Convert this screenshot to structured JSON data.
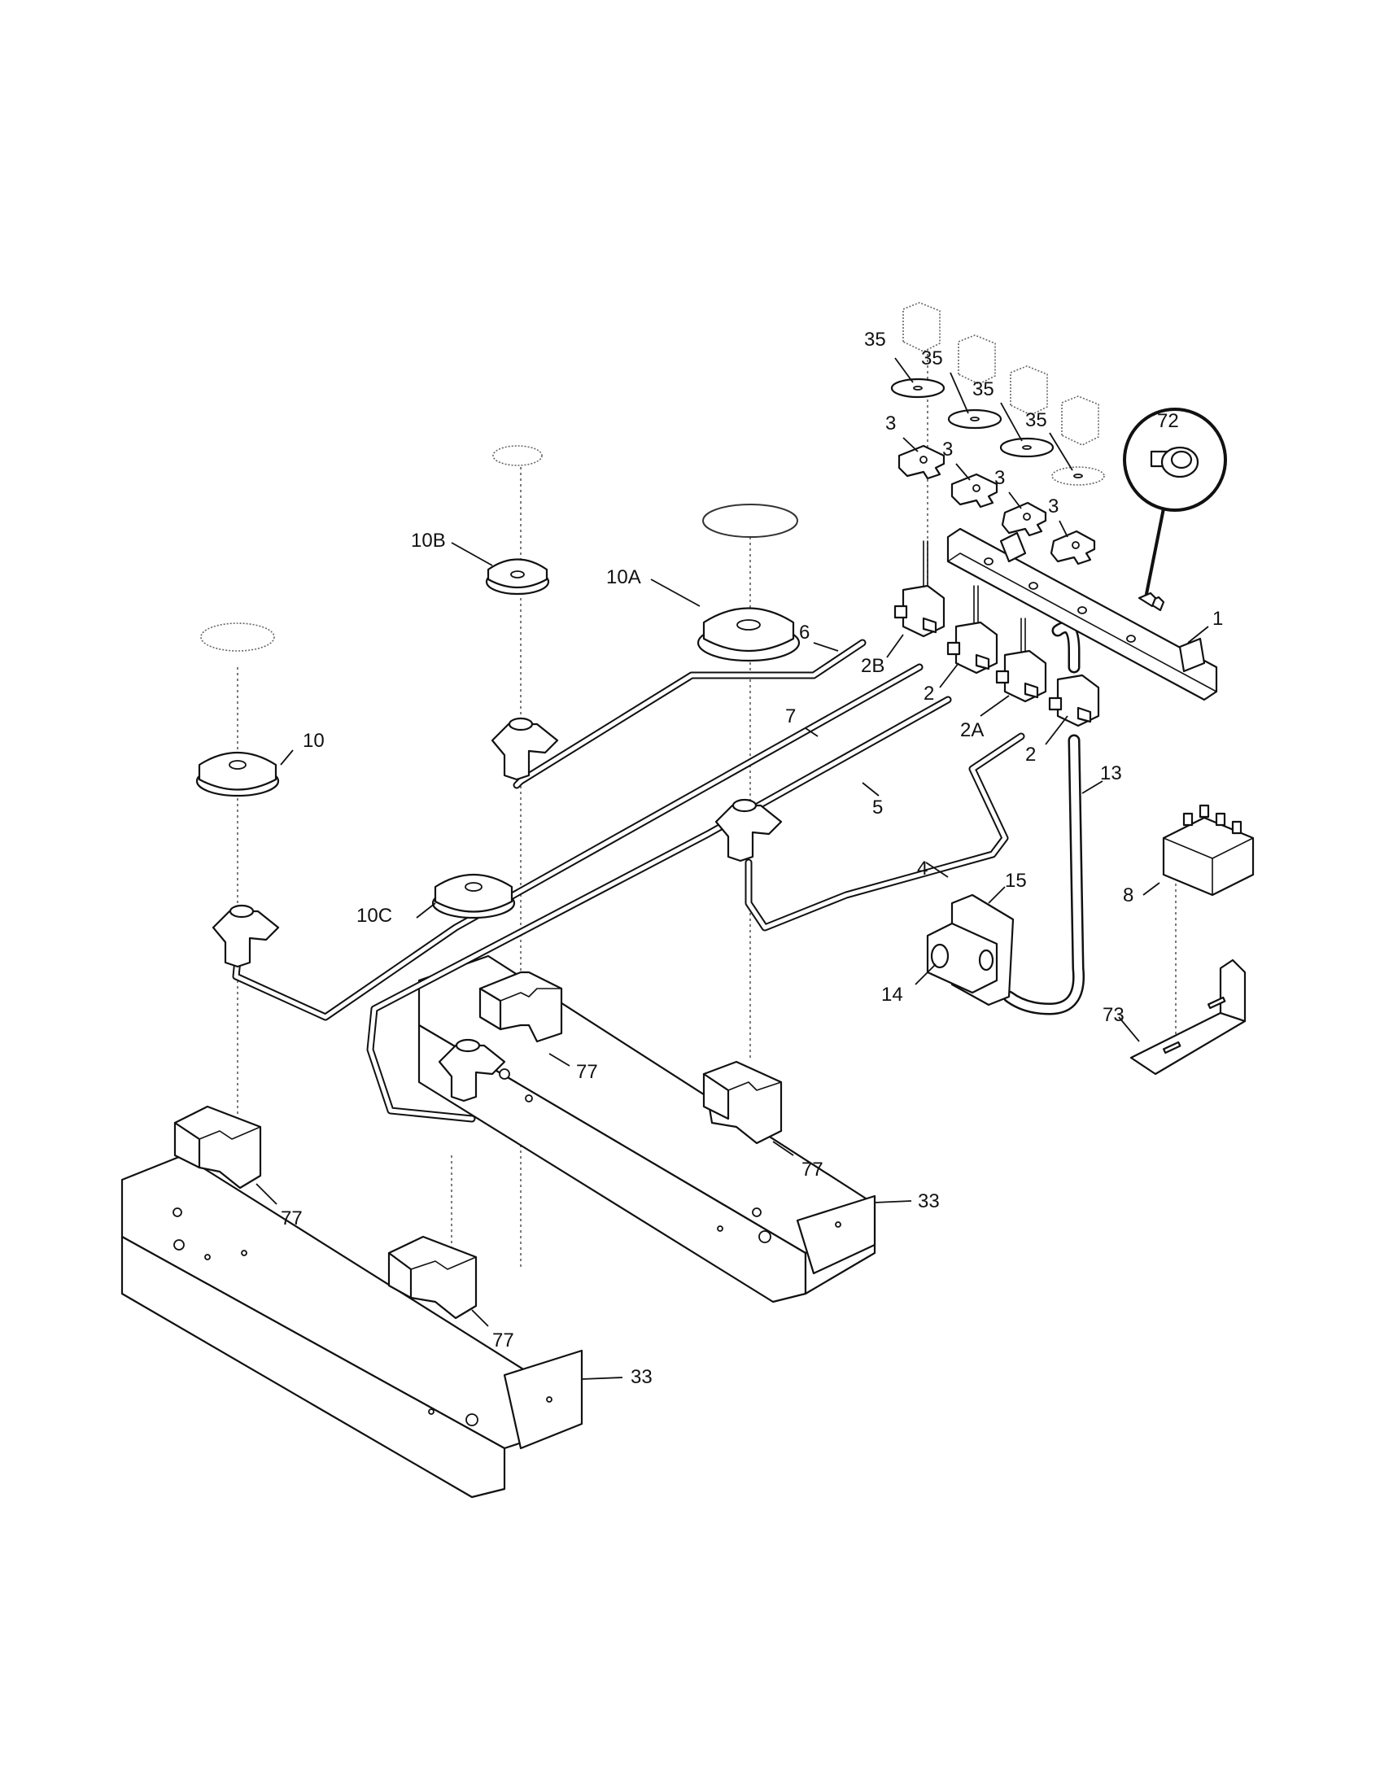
{
  "labels": {
    "c35a": "35",
    "c35b": "35",
    "c35c": "35",
    "c35d": "35",
    "c3a": "3",
    "c3b": "3",
    "c3c": "3",
    "c3d": "3",
    "c72": "72",
    "c10b": "10B",
    "c10a": "10A",
    "c10": "10",
    "c10c": "10C",
    "c6": "6",
    "c2b": "2B",
    "c2a_top": "2",
    "c2a": "2A",
    "c2": "2",
    "c1": "1",
    "c7": "7",
    "c5": "5",
    "c13": "13",
    "c4": "4",
    "c15": "15",
    "c8": "8",
    "c14": "14",
    "c73": "73",
    "c77a": "77",
    "c77b": "77",
    "c77c": "77",
    "c77d": "77",
    "c33a": "33",
    "c33b": "33"
  }
}
